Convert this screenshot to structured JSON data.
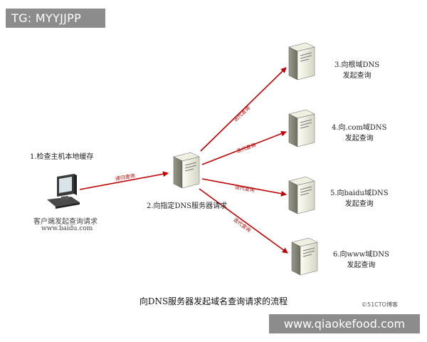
{
  "watermark_top": "TG: MYYJJPP",
  "watermark_bottom": "www.qiaokefood.com",
  "credit": "©51CTO博客",
  "caption": "向DNS服务器发起域名查询请求的流程",
  "client": {
    "step_label": "1.检查主机本地缓存",
    "name_line1": "客户端发起查询请求",
    "name_line2": "www.baidu.com"
  },
  "local_dns": {
    "label": "2.向指定DNS服务器请求"
  },
  "arrows": {
    "client_to_local": "递归查询",
    "to_root": "迭代查询",
    "to_com": "迭代查询",
    "to_baidu": "迭代查询",
    "to_www": "迭代查询"
  },
  "servers": [
    {
      "line1": "3.向根域DNS",
      "line2": "发起查询"
    },
    {
      "line1": "4.向.com域DNS",
      "line2": "发起查询"
    },
    {
      "line1": "5.向baidu域DNS",
      "line2": "发起查询"
    },
    {
      "line1": "6.向www域DNS",
      "line2": "发起查询"
    }
  ],
  "colors": {
    "arrow": "#c00000",
    "watermark_bg": "#8c8c8c"
  }
}
